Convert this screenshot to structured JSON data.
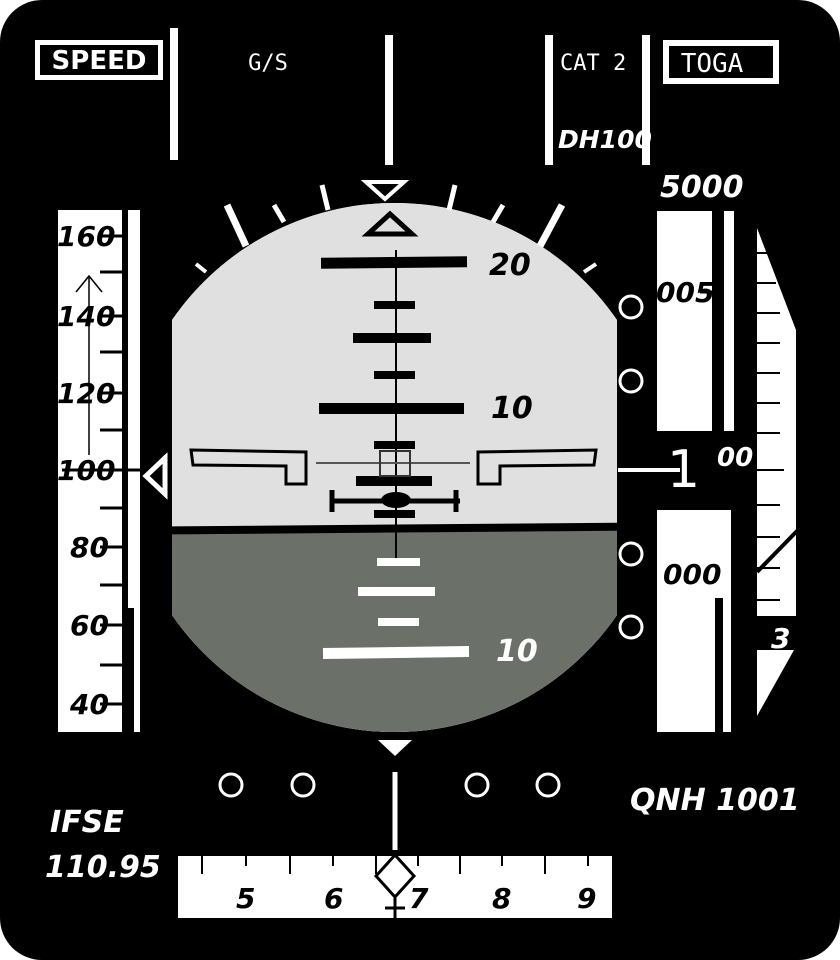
{
  "colors": {
    "panel": "#000000",
    "sky": "#e0e0e0",
    "ground": "#6b7068",
    "symbol": "#ffffff",
    "ink": "#000000"
  },
  "fma": {
    "speed_mode": "SPEED",
    "vertical_mode": "G/S",
    "approach_category": "CAT 2",
    "thrust_mode": "TOGA",
    "decision_height": "DH100"
  },
  "attitude": {
    "pitch_labels_up": [
      "20",
      "10"
    ],
    "pitch_labels_down": [
      "10"
    ]
  },
  "speed_tape": {
    "labels": [
      "160",
      "140",
      "120",
      "100",
      "80",
      "60",
      "40"
    ]
  },
  "altitude_tape": {
    "top_label": "5000",
    "labels": [
      "005",
      "000"
    ],
    "current_thousands": "1",
    "current_hundreds": "00"
  },
  "vsi": {
    "label": "3"
  },
  "navigation": {
    "source": "IFSE",
    "frequency": "110.95",
    "qnh": "QNH 1001"
  },
  "heading_tape": {
    "labels": [
      "5",
      "6",
      "7",
      "8",
      "9"
    ]
  },
  "icons": [
    "speed-trend-arrow-icon",
    "speed-bug-icon",
    "sky-pointer-icon",
    "aircraft-symbol-icon",
    "ils-diamond-icon"
  ]
}
